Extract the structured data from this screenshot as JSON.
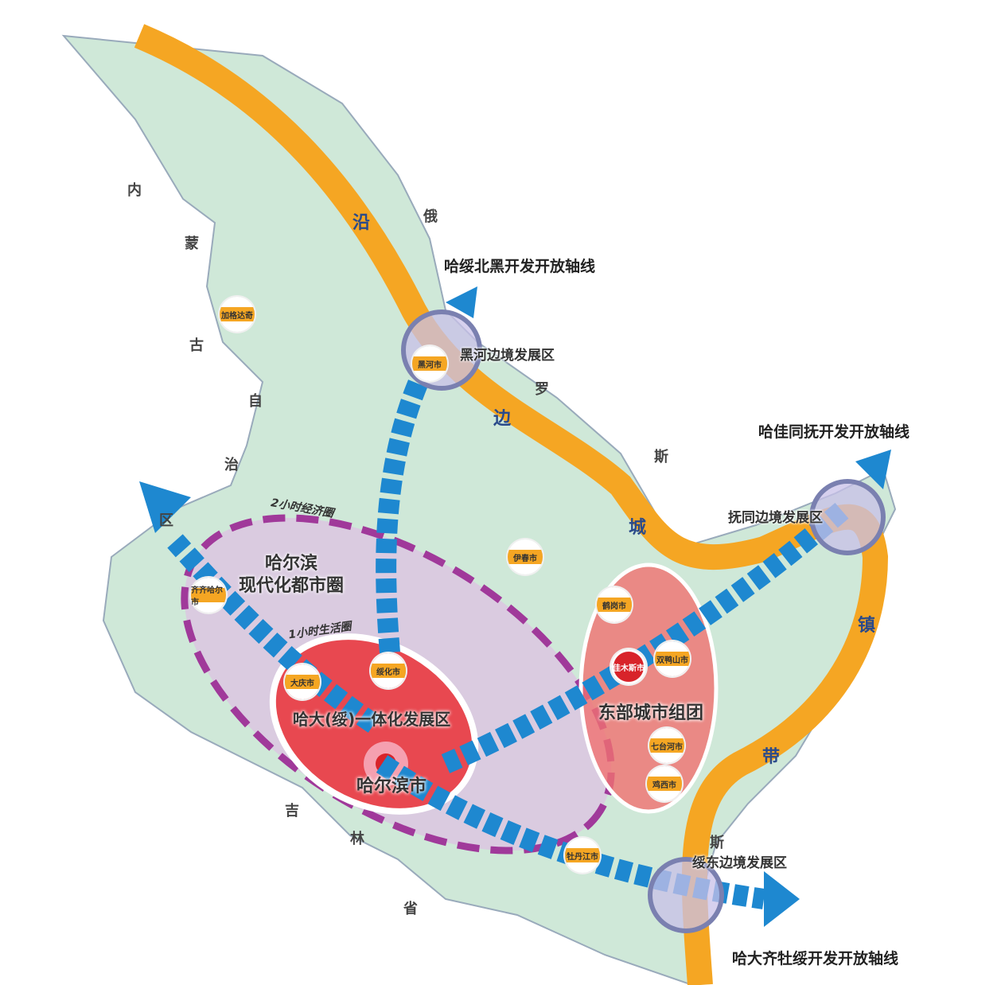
{
  "axes": [
    {
      "label": "哈绥北黑开发开放轴线"
    },
    {
      "label": "哈佳同抚开发开放轴线"
    },
    {
      "label": "哈大齐牡绥开发开放轴线"
    }
  ],
  "border_zones": [
    {
      "label": "黑河边境发展区"
    },
    {
      "label": "抚同边境发展区"
    },
    {
      "label": "绥东边境发展区"
    }
  ],
  "regions": {
    "metro_circle": "哈尔滨\n现代化都市圈",
    "ring_2h": "2小时经济圈",
    "ring_1h": "1小时生活圈",
    "integration_zone": "哈大(绥)一体化发展区",
    "core_city": "哈尔滨市",
    "east_cluster": "东部城市组团"
  },
  "cities": [
    {
      "name": "加格达奇"
    },
    {
      "name": "黑河市"
    },
    {
      "name": "伊春市"
    },
    {
      "name": "齐齐哈尔市"
    },
    {
      "name": "大庆市"
    },
    {
      "name": "绥化市"
    },
    {
      "name": "鹤岗市"
    },
    {
      "name": "佳木斯市"
    },
    {
      "name": "双鸭山市"
    },
    {
      "name": "七台河市"
    },
    {
      "name": "鸡西市"
    },
    {
      "name": "牡丹江市"
    }
  ],
  "neighbors": {
    "mongolia": [
      "内",
      "蒙",
      "古",
      "自",
      "治",
      "区"
    ],
    "russia": [
      "俄",
      "罗",
      "斯",
      "斯"
    ],
    "jilin": [
      "吉",
      "林",
      "省"
    ]
  },
  "belt_chars": [
    "沿",
    "边",
    "城",
    "镇",
    "带"
  ],
  "colors": {
    "land": "#cfe8d8",
    "border_belt": "#f5a623",
    "axis_arrow": "#1e88d0",
    "metro": "#d9c4e0",
    "integration": "#e84850",
    "east": "#f07070",
    "ring_dash": "#a0399a"
  }
}
